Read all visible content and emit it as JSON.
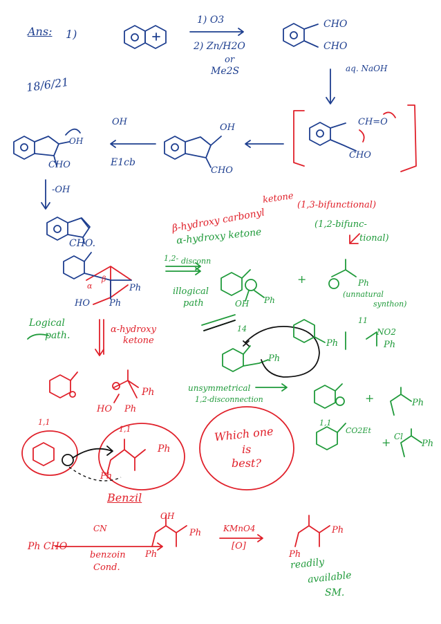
{
  "colors": {
    "blue": "#1d3e8f",
    "red": "#e0202a",
    "green": "#1f9a3a",
    "black": "#111111"
  },
  "blue_notes": {
    "ans": "Ans:",
    "q1": "1)",
    "step1": "1) O3",
    "step2": "2) Zn/H2O",
    "or": "or",
    "me2s": "Me2S",
    "dialdehyde_top": "CHO",
    "dialdehyde_bottom": "CHO",
    "date": "18/6/21",
    "base_reagent": "aq. NaOH",
    "enolate_cho": "CH=O",
    "enolate_ring_cho": "CHO",
    "aldol_oh": "OH",
    "aldol_cho": "CHO",
    "e1cb": "E1cb",
    "hydroxide": "OH",
    "intermediate_oh": "OH",
    "intermediate_cho": "CHO",
    "loss_oh": "-OH",
    "product_cho": "CHO."
  },
  "red_notes": {
    "beta_hydroxy": "β-hydroxy carbonyl",
    "beta_ketone": "ketone",
    "bifunctional": "(1,3-bifunctional)",
    "alpha_label": "α",
    "beta_label": "β",
    "hydroxy_ketone_1": "α-hydroxy",
    "hydroxy_ketone_2": "ketone",
    "ph_right": "Ph",
    "ho_left": "HO",
    "ph_bottom": "Ph",
    "synthon_a": "1,1",
    "synthon_b": "1,1",
    "ph_benzil": "Ph",
    "benzil": "Benzil",
    "phcho": "Ph CHO",
    "cn": "CN",
    "benzoin": "benzoin",
    "cond": "Cond.",
    "oh_product": "OH",
    "ph_a": "Ph",
    "ph_b": "Ph",
    "kmno4": "KMnO4",
    "ox": "[O]",
    "ph_c": "Ph",
    "ph_d": "Ph",
    "which_one": "Which one",
    "is": "is",
    "best": "best?"
  },
  "green_notes": {
    "alpha_hydroxy": "α-hydroxy ketone",
    "alpha_bifunctional": "(1,2-bifunc-",
    "tional": "tional)",
    "disconnect": "1,2-",
    "disconnect2": "disconn",
    "illogical": "illogical",
    "path": "path",
    "oh": "OH",
    "ph": "Ph",
    "plus": "+",
    "unnatural": "(unnatural",
    "synthon": "synthon)",
    "logical": "Logical",
    "logical_path": "path.",
    "num_14": "14",
    "num_11": "11",
    "ph_thio": "Ph",
    "no2": "NO2",
    "ph_nitro": "Ph",
    "ph_enamine": "Ph",
    "unsymmetrical": "unsymmetrical",
    "disconnection": "1,2-disconnection",
    "plus2": "+",
    "ph_acyl": "Ph",
    "num_111": "1,1",
    "co2et": "CO2Et",
    "plus3": "+",
    "cl": "Cl",
    "ph_acyl2": "Ph",
    "readily": "readily",
    "available": "available",
    "sm": "SM."
  }
}
